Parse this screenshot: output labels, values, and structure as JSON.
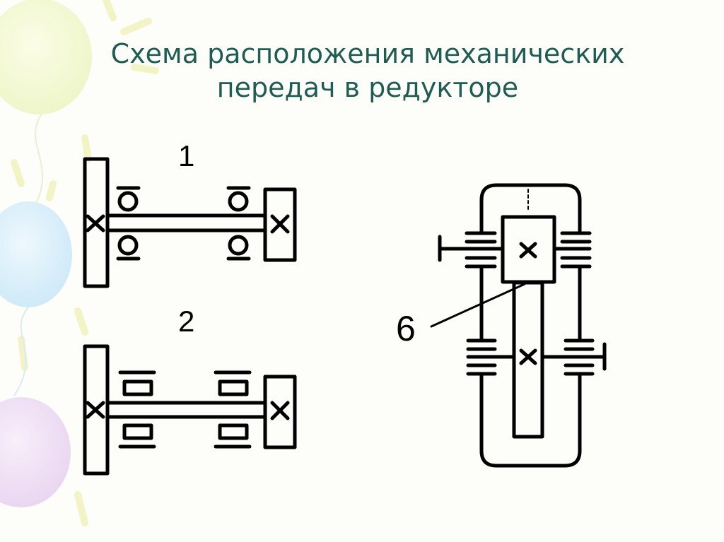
{
  "slide": {
    "title_line1": "Схема расположения механических",
    "title_line2": "передач в редукторе"
  },
  "diagram": {
    "label_1": "1",
    "label_2": "2",
    "label_6": "6"
  },
  "colors": {
    "title": "#1f5d52",
    "lines": "#000000",
    "background": "#fdfdfa"
  }
}
